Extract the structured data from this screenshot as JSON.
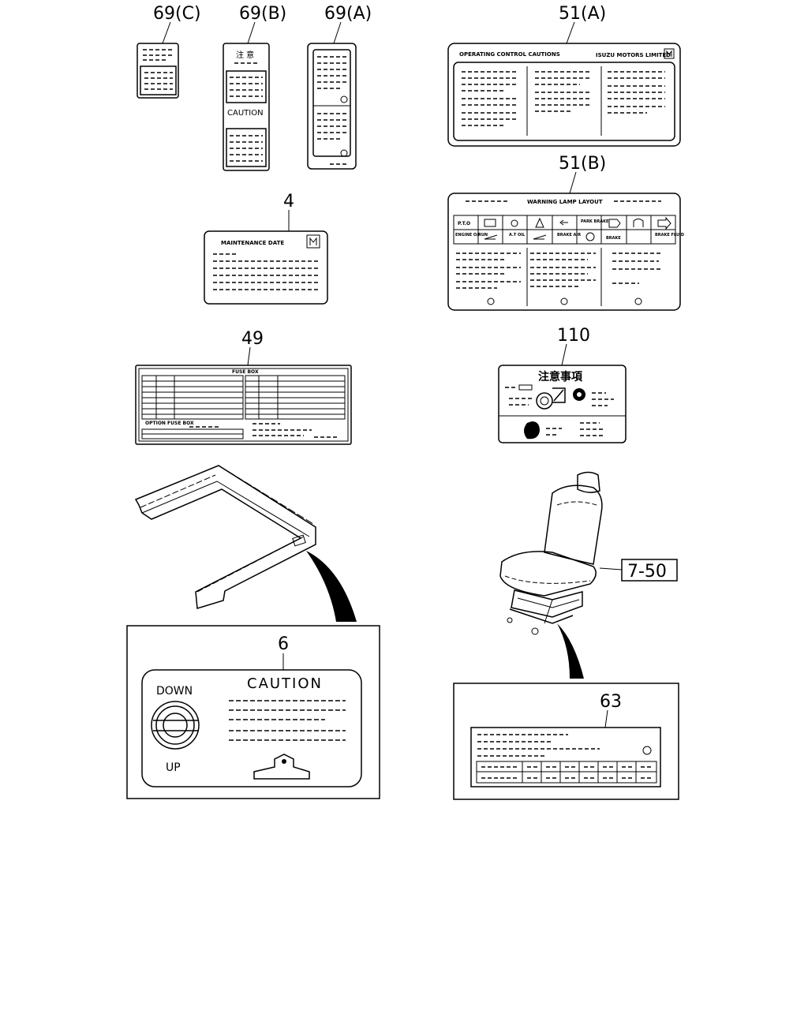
{
  "callouts": {
    "c69c": "69(C)",
    "c69b": "69(B)",
    "c69a": "69(A)",
    "c51a": "51(A)",
    "c51b": "51(B)",
    "c4": "4",
    "c49": "49",
    "c110": "110",
    "c6": "6",
    "c750": "7-50",
    "c63": "63"
  },
  "labels": {
    "l69b_kanji": "注 意",
    "l69b_caution": "CAUTION",
    "l51a_title": "OPERATING CONTROL CAUTIONS",
    "l51a_brand": "ISUZU MOTORS LIMITED",
    "l51b_title": "WARNING LAMP LAYOUT",
    "l51b_pto": "P.T.O",
    "l51b_park_brake": "PARK BRAKE",
    "l51b_engine": "ENGINE O/RUN",
    "l51b_at_oil": "A.T OIL",
    "l51b_brake_air": "BRAKE AIR",
    "l51b_brake": "BRAKE",
    "l51b_brake_fluid": "BRAKE FLUID",
    "l4_title": "MAINTENANCE DATE",
    "l49_title": "FUSE BOX",
    "l49_option": "OPTION FUSE BOX",
    "l110_title": "注意事項",
    "l6_caution": "CAUTION",
    "l6_down": "DOWN",
    "l6_up": "UP"
  }
}
